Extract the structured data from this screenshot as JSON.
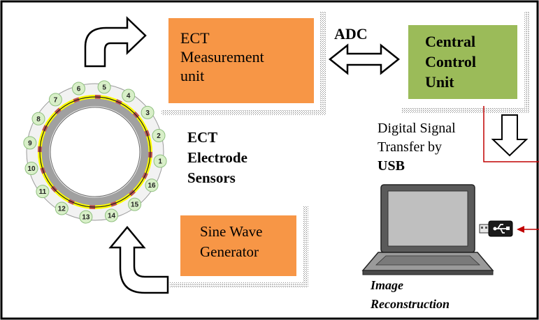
{
  "measurement_unit": {
    "line1": "ECT",
    "line2": "Measurement",
    "line3": "unit"
  },
  "control_unit": {
    "line1": "Central",
    "line2": "Control",
    "line3": "Unit"
  },
  "adc_label": "ADC",
  "sensor_label": {
    "line1": "ECT",
    "line2": "Electrode",
    "line3": "Sensors"
  },
  "sine_generator": {
    "line1": "Sine Wave",
    "line2": "Generator"
  },
  "usb_label": {
    "line1": "Digital Signal",
    "line2": "Transfer by",
    "line3": "USB"
  },
  "image_reconstruction": {
    "line1": "Image",
    "line2": "Reconstruction"
  },
  "electrodes": [
    "1",
    "2",
    "3",
    "4",
    "5",
    "6",
    "7",
    "8",
    "9",
    "10",
    "11",
    "12",
    "13",
    "14",
    "15",
    "16"
  ],
  "colors": {
    "orange_box": "#f79646",
    "green_box": "#9bbb59",
    "frame": "#000000",
    "ring_outer": "#a0a0a0",
    "electrode_yellow": "#ffff00",
    "electrode_red": "#c0504d",
    "circle_fill": "#d8efc8",
    "red_line": "#c00000"
  }
}
